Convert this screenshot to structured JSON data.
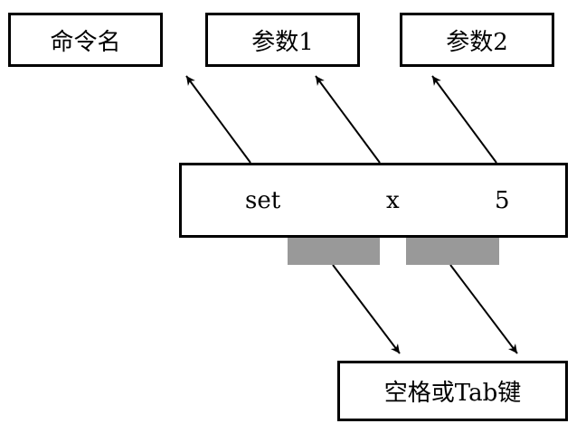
{
  "labels": {
    "command_name": "命令名",
    "arg1": "参数1",
    "arg2": "参数2",
    "separator": "空格或Tab键"
  },
  "command": {
    "tokens": [
      "set",
      "x",
      "5"
    ]
  },
  "colors": {
    "stroke": "#000000",
    "separator_fill": "#999999",
    "background": "#ffffff"
  }
}
